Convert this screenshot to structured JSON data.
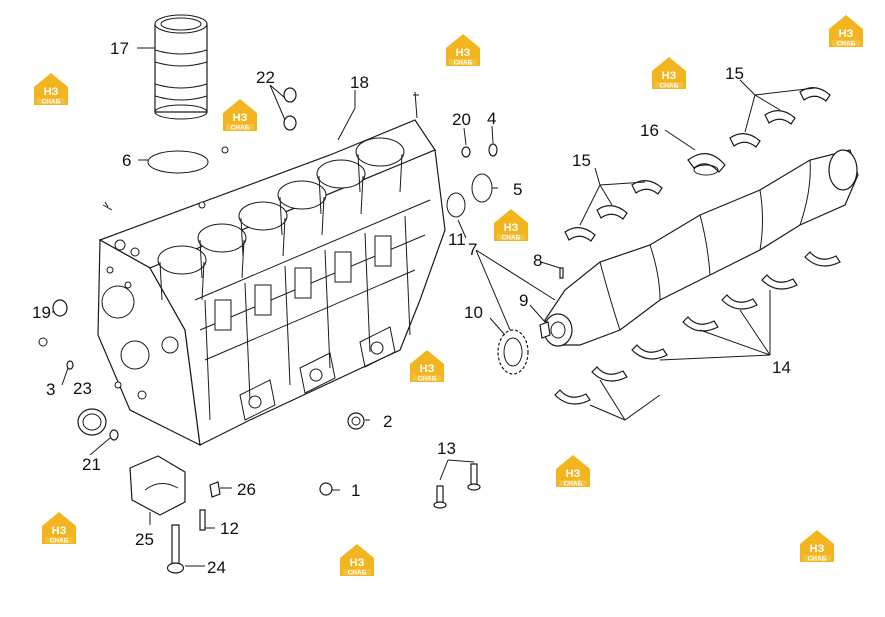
{
  "colors": {
    "logo": "#f2b51f",
    "line": "#1a1a1a",
    "background": "#ffffff"
  },
  "logo": {
    "mark": "НЗ",
    "caption": "СНАБ"
  },
  "callouts": {
    "c1": "1",
    "c2": "2",
    "c3": "3",
    "c4": "4",
    "c5": "5",
    "c6": "6",
    "c7": "7",
    "c8": "8",
    "c9": "9",
    "c10": "10",
    "c11": "11",
    "c12": "12",
    "c13": "13",
    "c14": "14",
    "c15a": "15",
    "c15b": "15",
    "c16": "16",
    "c17": "17",
    "c18": "18",
    "c19": "19",
    "c20": "20",
    "c21": "21",
    "c22": "22",
    "c23": "23",
    "c24": "24",
    "c25": "25",
    "c26": "26"
  }
}
